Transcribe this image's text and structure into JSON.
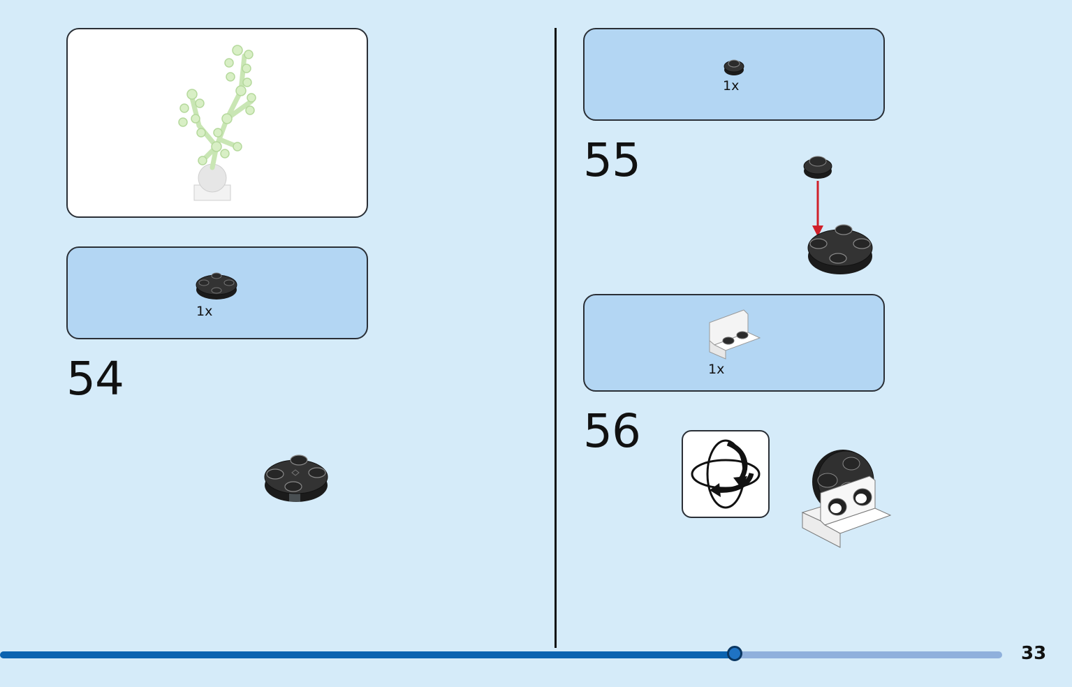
{
  "steps": {
    "s54": {
      "number": "54",
      "parts": [
        {
          "qty": "1x",
          "part_icon": "round-plate-2x2-black-icon"
        }
      ]
    },
    "s55": {
      "number": "55",
      "parts": [
        {
          "qty": "1x",
          "part_icon": "round-plate-1x1-black-icon"
        }
      ]
    },
    "s56": {
      "number": "56",
      "parts": [
        {
          "qty": "1x",
          "part_icon": "bracket-1x2-white-icon"
        }
      ],
      "action_icon": "rotate-model-icon"
    }
  },
  "footer": {
    "page_number": "33",
    "progress": 0.733
  },
  "colors": {
    "page_background": "#d5ebf9",
    "parts_panel": "#b3d6f3",
    "progress_fill": "#0b63b0",
    "progress_track": "#8fb0dc",
    "arrow": "#d0202a"
  }
}
